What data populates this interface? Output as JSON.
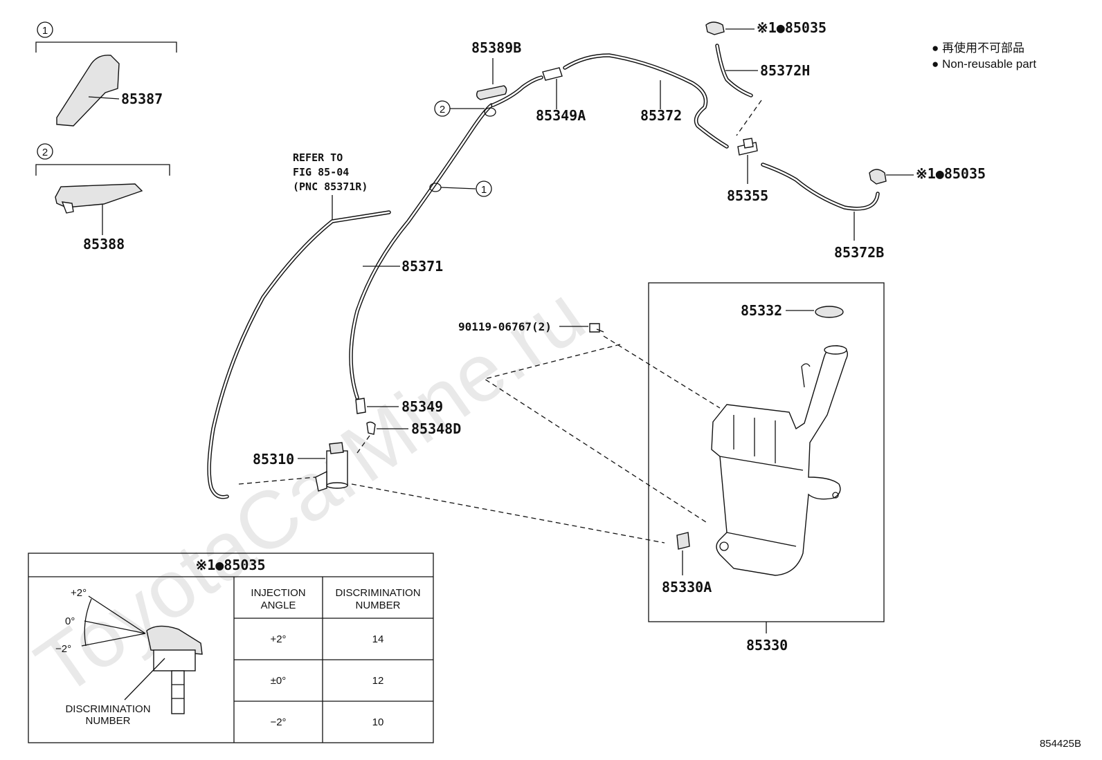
{
  "watermark": "ToyotaCarMine.ru",
  "callouts": {
    "group1": "1",
    "group2": "2",
    "p85387": "85387",
    "p85388": "85388",
    "p85389B": "85389B",
    "p85349A": "85349A",
    "p85372": "85372",
    "p85372H": "85372H",
    "p85035_top": "※1●85035",
    "p85035_right": "※1●85035",
    "p85355": "85355",
    "p85372B": "85372B",
    "p85371": "85371",
    "p85349": "85349",
    "p85348D": "85348D",
    "p85310": "85310",
    "p90119": "90119-06767(2)",
    "p85332": "85332",
    "p85330A": "85330A",
    "p85330": "85330",
    "marker1": "1",
    "marker2": "2"
  },
  "refer": {
    "line1": "REFER TO",
    "line2": "FIG 85-04",
    "line3": "(PNC 85371R)"
  },
  "legend": {
    "jp": "● 再使用不可部品",
    "en": "● Non-reusable part"
  },
  "table": {
    "title": "※1●85035",
    "head_angle": [
      "INJECTION",
      "ANGLE"
    ],
    "head_disc": [
      "DISCRIMINATION",
      "NUMBER"
    ],
    "rows": [
      {
        "angle": "+2°",
        "number": "14"
      },
      {
        "angle": "±0°",
        "number": "12"
      },
      {
        "angle": "−2°",
        "number": "10"
      }
    ],
    "angle_labels": [
      "+2°",
      "0°",
      "−2°"
    ],
    "disc_label": [
      "DISCRIMINATION",
      "NUMBER"
    ]
  },
  "figure_id": "854425B"
}
